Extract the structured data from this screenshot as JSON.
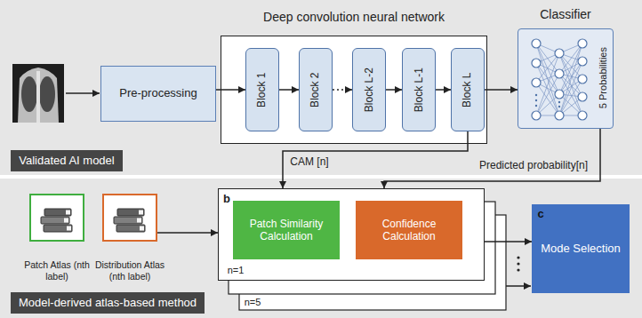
{
  "diagram": {
    "nodes": [
      {
        "text": [
          "Validated AI model"
        ]
      },
      {
        "text": [
          "Pre-processing"
        ],
        "in": 0
      },
      {
        "text": [
          "Deep convolution neural network"
        ],
        "in": 0
      },
      {
        "text": [
          "Block 1"
        ],
        "in": 2
      },
      {
        "text": [
          "Block 2"
        ],
        "in": 2
      },
      {
        "text": [
          "Block L-2"
        ],
        "in": 2
      },
      {
        "text": [
          "Block L-1"
        ],
        "in": 2
      },
      {
        "text": [
          "Block L"
        ],
        "in": 2
      },
      {
        "text": [
          "Classifier",
          "5 Probabilities"
        ],
        "in": 0
      },
      {
        "text": [
          "Model-derived atlas-based method"
        ]
      },
      {
        "text": [
          "Patch Atlas (nth label)"
        ],
        "in": 9
      },
      {
        "text": [
          "Distribution Atlas (nth label)"
        ],
        "in": 9
      },
      {
        "text": [
          "b",
          "n=1"
        ],
        "in": 9
      },
      {
        "text": [
          "Patch Similarity Calculation"
        ],
        "in": 12
      },
      {
        "text": [
          "Confidence Calculation"
        ],
        "in": 12
      },
      {
        "text": [
          "c",
          "Mode Selection"
        ],
        "in": 9
      }
    ],
    "edges": [
      {
        "from": 1,
        "to": 3,
        "arrow": "to"
      },
      {
        "from": 3,
        "to": 4,
        "arrow": "to"
      },
      {
        "from": 4,
        "to": 5,
        "arrow": "to"
      },
      {
        "from": 5,
        "to": 6,
        "arrow": "to"
      },
      {
        "from": 6,
        "to": 7,
        "arrow": "to"
      },
      {
        "from": 7,
        "to": 8,
        "arrow": "to"
      },
      {
        "from": 7,
        "to": 12,
        "label": "CAM [n]",
        "arrow": "to"
      },
      {
        "from": 8,
        "to": 12,
        "label": "Predicted probability[n]",
        "arrow": "to"
      },
      {
        "from": 11,
        "to": 12,
        "arrow": "to"
      },
      {
        "from": 12,
        "to": 15,
        "arrow": "to"
      }
    ],
    "labels": [
      "n=5"
    ]
  }
}
